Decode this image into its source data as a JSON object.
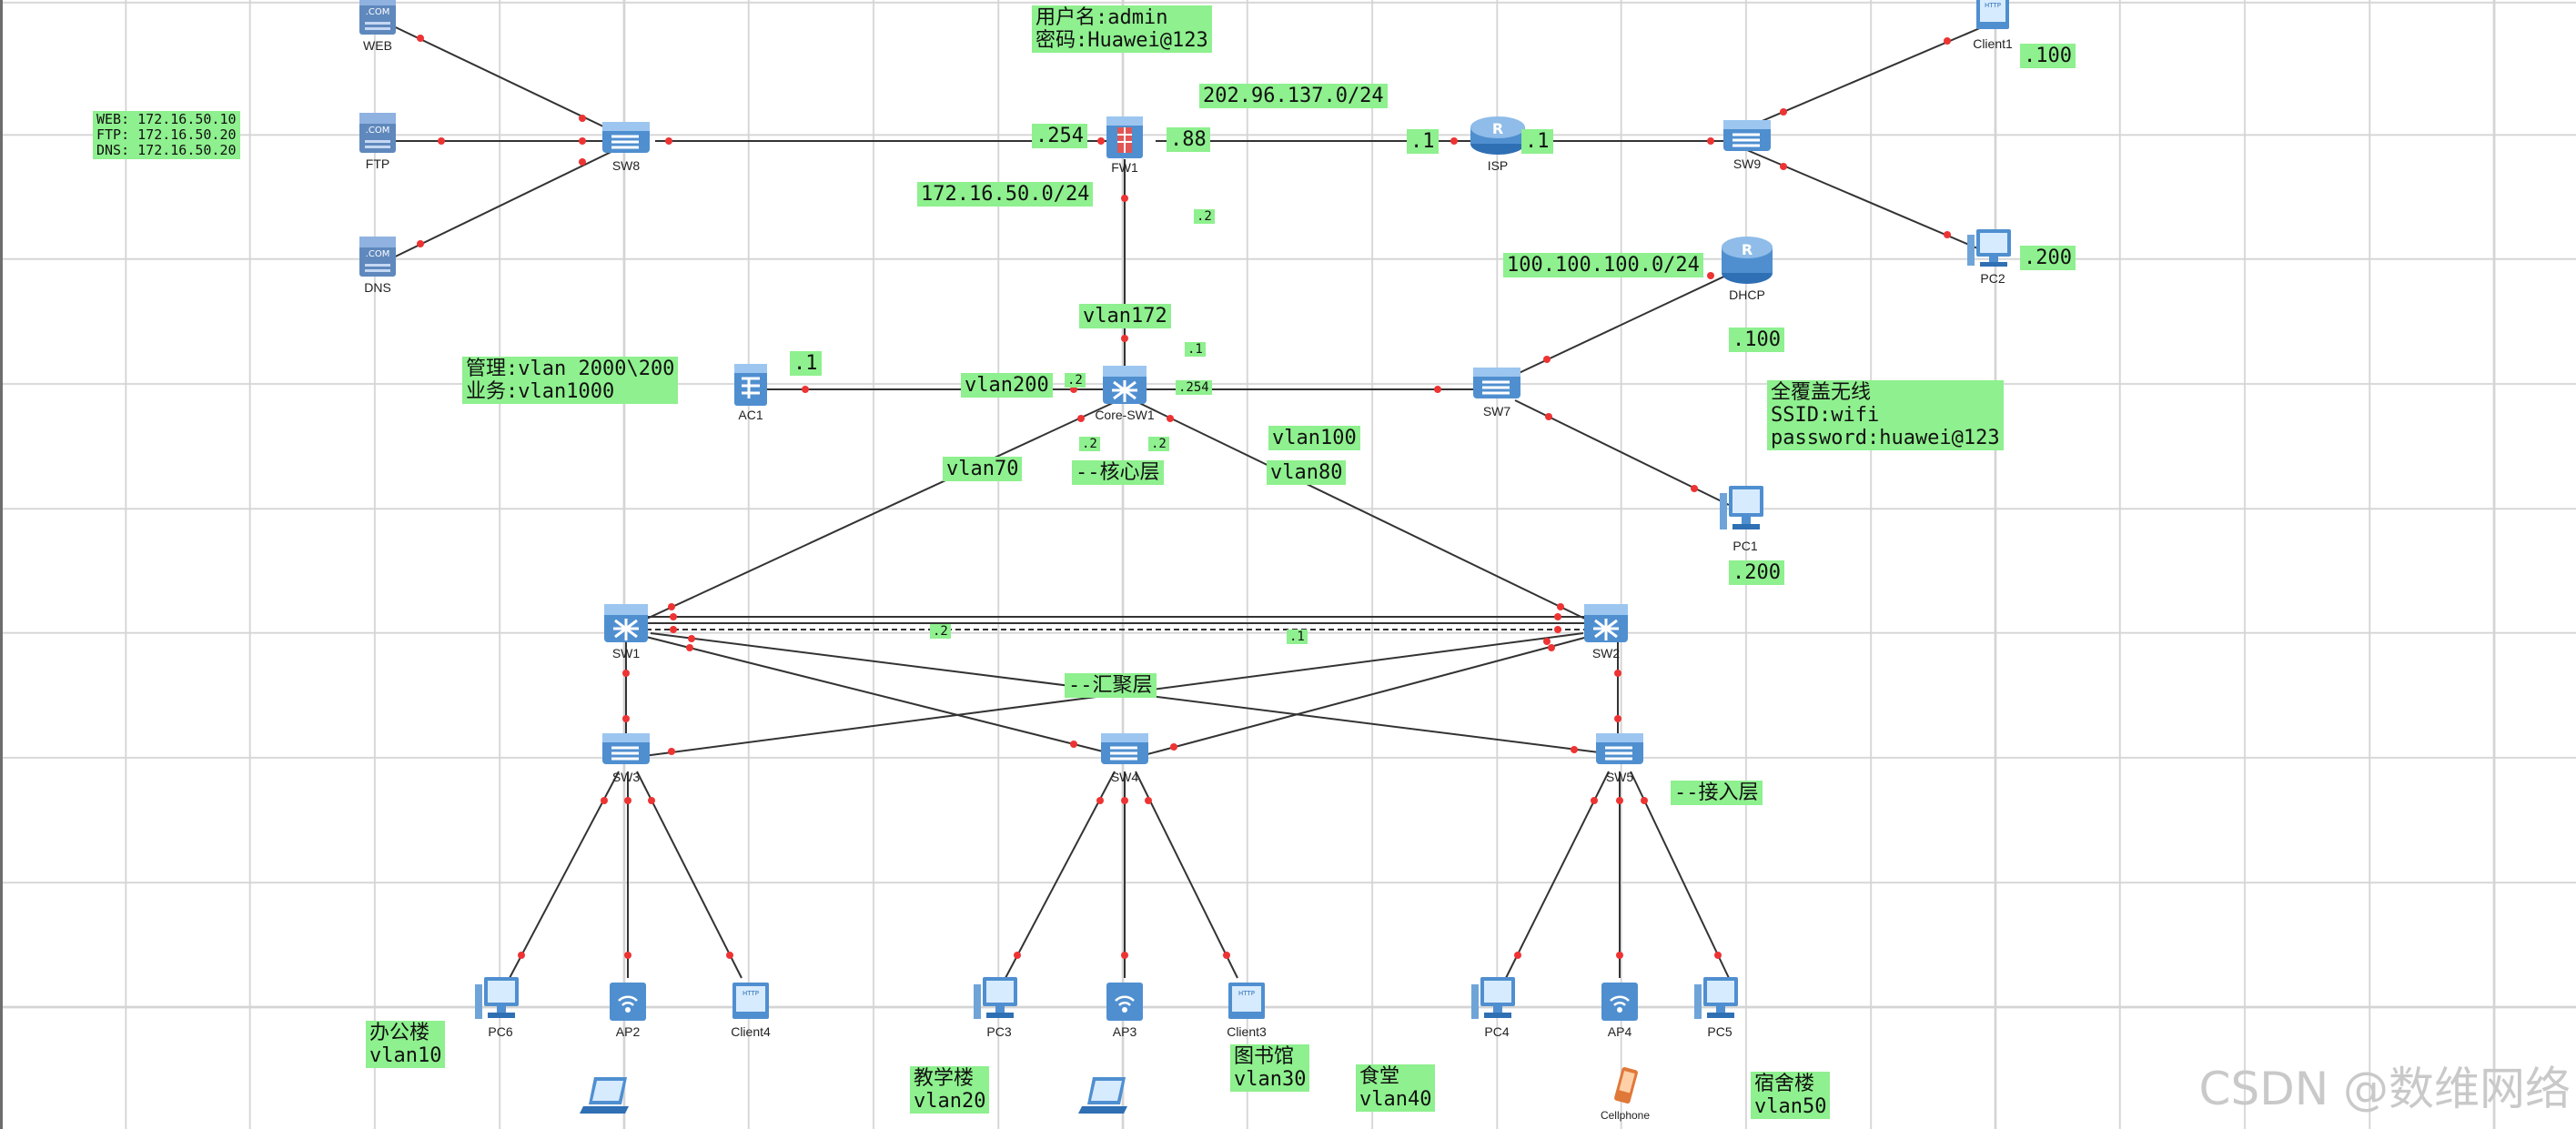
{
  "devices": {
    "web": "WEB",
    "ftp": "FTP",
    "dns": "DNS",
    "sw8": "SW8",
    "fw1": "FW1",
    "isp": "ISP",
    "sw9": "SW9",
    "client1": "Client1",
    "pc2": "PC2",
    "dhcp": "DHCP",
    "ac1": "AC1",
    "core_sw1": "Core-SW1",
    "sw7": "SW7",
    "pc1": "PC1",
    "sw1": "SW1",
    "sw2": "SW2",
    "sw3": "SW3",
    "sw4": "SW4",
    "sw5": "SW5",
    "pc6": "PC6",
    "ap2": "AP2",
    "client4": "Client4",
    "pc3": "PC3",
    "ap3": "AP3",
    "client3": "Client3",
    "pc4": "PC4",
    "ap4": "AP4",
    "pc5": "PC5",
    "cellphone": "Cellphone"
  },
  "notes": {
    "creds_user": "用户名:admin",
    "creds_pass": "密码:Huawei@123",
    "servers_web": "WEB: 172.16.50.10",
    "servers_ftp": "FTP: 172.16.50.20",
    "servers_dns": "DNS: 172.16.50.20",
    "mgmt_line1": "管理:vlan 2000\\200",
    "mgmt_line2": "业务:vlan1000",
    "wlan_line1": "全覆盖无线",
    "wlan_line2": "SSID:wifi",
    "wlan_line3": "password:huawei@123",
    "core_layer": "--核心层",
    "agg_layer": "--汇聚层",
    "access_layer": "--接入层"
  },
  "labels": {
    "net_public": "202.96.137.0/24",
    "fw_in": ".254",
    "fw_out": ".88",
    "isp_left": ".1",
    "isp_right": ".1",
    "net_server": "172.16.50.0/24",
    "fw_down": ".2",
    "client1_ip": ".100",
    "pc2_ip": ".200",
    "net_dhcp": "100.100.100.0/24",
    "dhcp_ip": ".100",
    "vlan172": "vlan172",
    "core_up": ".1",
    "ac_ip": ".1",
    "vlan200": "vlan200",
    "core_ac": ".2",
    "core_sw7": ".254",
    "core_dl": ".2",
    "core_dr": ".2",
    "vlan70": "vlan70",
    "vlan100": "vlan100",
    "vlan80": "vlan80",
    "pc1_ip": ".200",
    "sw1_link": ".2",
    "sw2_link": ".1"
  },
  "areas": {
    "office_name": "办公楼",
    "office_vlan": "vlan10",
    "teach_name": "教学楼",
    "teach_vlan": "vlan20",
    "lib_name": "图书馆",
    "lib_vlan": "vlan30",
    "canteen_name": "食堂",
    "canteen_vlan": "vlan40",
    "dorm_name": "宿舍楼",
    "dorm_vlan": "vlan50"
  },
  "watermark": "CSDN @数维网络"
}
